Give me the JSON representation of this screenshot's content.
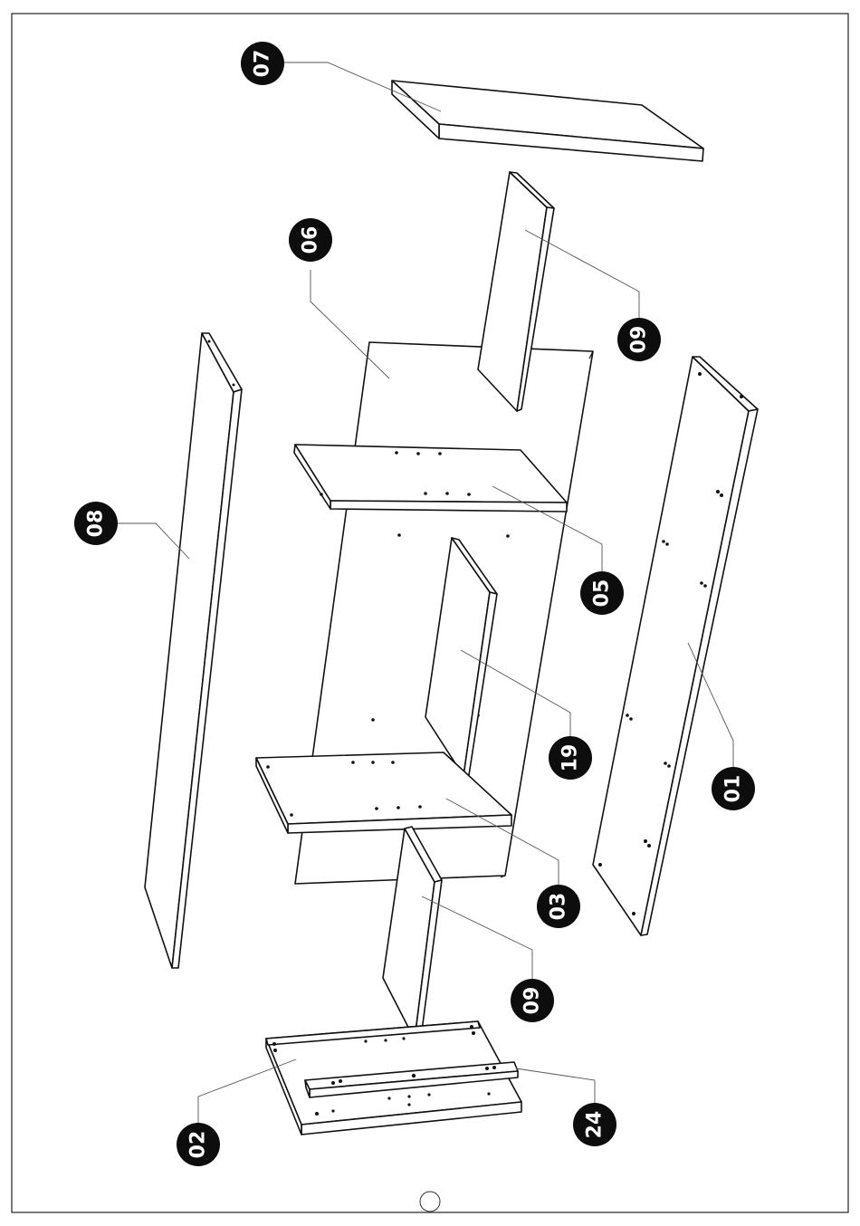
{
  "diagram": {
    "title": "",
    "parts": [
      {
        "id": "p07",
        "label": "07"
      },
      {
        "id": "p06",
        "label": "06"
      },
      {
        "id": "p09a",
        "label": "09"
      },
      {
        "id": "p08",
        "label": "08"
      },
      {
        "id": "p01",
        "label": "01"
      },
      {
        "id": "p05",
        "label": "05"
      },
      {
        "id": "p19",
        "label": "19"
      },
      {
        "id": "p03",
        "label": "03"
      },
      {
        "id": "p09b",
        "label": "09"
      },
      {
        "id": "p02",
        "label": "02"
      },
      {
        "id": "p24",
        "label": "24"
      }
    ]
  },
  "colors": {
    "line": "#111111",
    "badge": "#0d0d0d",
    "badge_text": "#ffffff"
  }
}
